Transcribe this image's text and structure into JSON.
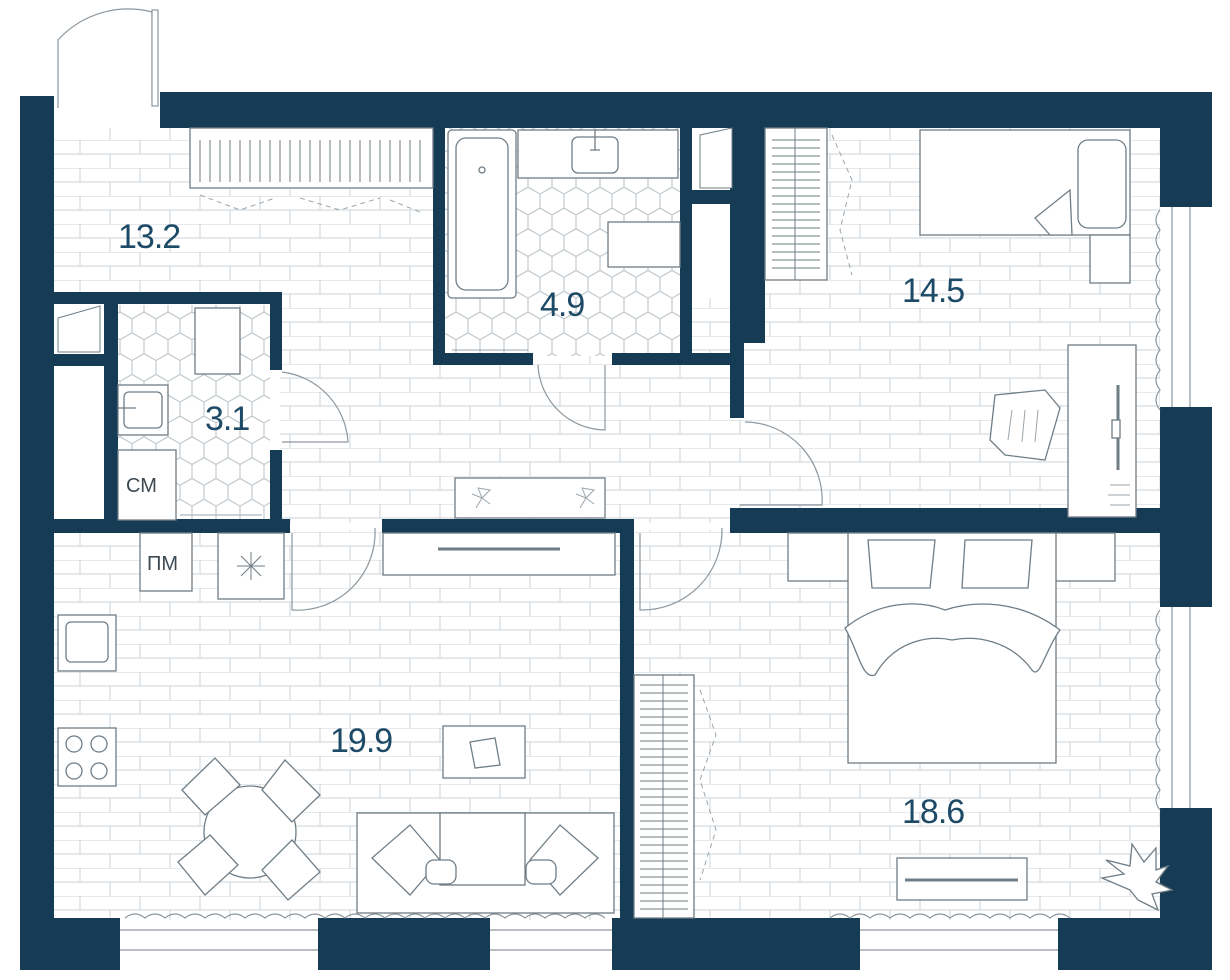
{
  "colors": {
    "wall": "#163c55",
    "label": "#1d4a66",
    "line": "#6f7d86",
    "tile": "#c9cfd3",
    "background": "#ffffff"
  },
  "rooms": {
    "hallway": {
      "area": "13.2"
    },
    "bathroom": {
      "area": "4.9"
    },
    "toilet": {
      "area": "3.1"
    },
    "bedroom_small": {
      "area": "14.5"
    },
    "living_kitchen": {
      "area": "19.9"
    },
    "bedroom_master": {
      "area": "18.6"
    }
  },
  "appliances": {
    "washing_machine": "СМ",
    "dishwasher": "ПМ"
  },
  "icons": [
    "door-swing-icon",
    "bathtub-icon",
    "sink-icon",
    "toilet-icon",
    "stove-icon",
    "bed-icon",
    "sofa-icon",
    "armchair-icon",
    "dining-table-icon",
    "plant-icon",
    "wardrobe-icon",
    "tv-icon"
  ]
}
